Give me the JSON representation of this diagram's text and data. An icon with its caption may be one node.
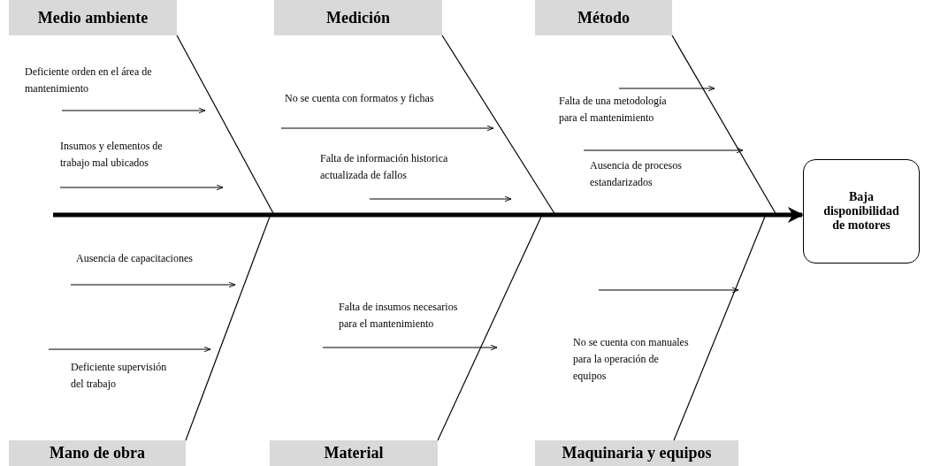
{
  "diagram": {
    "nodes": [
      {
        "text": [
          "Medio ambiente"
        ]
      },
      {
        "text": [
          "Medición"
        ]
      },
      {
        "text": [
          "Método"
        ]
      },
      {
        "text": [
          "Mano de obra"
        ]
      },
      {
        "text": [
          "Material"
        ]
      },
      {
        "text": [
          "Maquinaria y equipos"
        ]
      },
      {
        "text": [
          "Baja disponibilidad de motores"
        ]
      },
      {
        "text": [
          "Deficiente orden en el área de mantenimiento"
        ]
      },
      {
        "text": [
          "Insumos y elementos de trabajo mal ubicados"
        ]
      },
      {
        "text": [
          "No se cuenta con formatos y fichas"
        ]
      },
      {
        "text": [
          "Falta de información historica actualizada de fallos"
        ]
      },
      {
        "text": [
          "Falta de una metodología para el mantenimiento"
        ]
      },
      {
        "text": [
          "Ausencia de procesos estandarizados"
        ]
      },
      {
        "text": [
          "Ausencia de capacitaciones"
        ]
      },
      {
        "text": [
          "Deficiente supervisión del trabajo"
        ]
      },
      {
        "text": [
          "Falta de insumos necesarios para el mantenimiento"
        ]
      },
      {
        "text": [
          "No se cuenta con manuales para la operación de equipos"
        ]
      }
    ],
    "edges": [
      {
        "from": null,
        "to": 6,
        "arrow": "to",
        "style": "thick"
      },
      {
        "from": 0,
        "to": null,
        "arrow": "none"
      },
      {
        "from": 1,
        "to": null,
        "arrow": "none"
      },
      {
        "from": 2,
        "to": null,
        "arrow": "none"
      },
      {
        "from": 3,
        "to": null,
        "arrow": "none"
      },
      {
        "from": 4,
        "to": null,
        "arrow": "none"
      },
      {
        "from": 5,
        "to": null,
        "arrow": "none"
      },
      {
        "from": 7,
        "to": null,
        "arrow": "to"
      },
      {
        "from": 8,
        "to": null,
        "arrow": "to"
      },
      {
        "from": 9,
        "to": null,
        "arrow": "to"
      },
      {
        "from": 10,
        "to": null,
        "arrow": "to"
      },
      {
        "from": 11,
        "to": null,
        "arrow": "to"
      },
      {
        "from": 12,
        "to": null,
        "arrow": "to"
      },
      {
        "from": 13,
        "to": null,
        "arrow": "to"
      },
      {
        "from": 14,
        "to": null,
        "arrow": "to"
      },
      {
        "from": 15,
        "to": null,
        "arrow": "to"
      },
      {
        "from": 16,
        "to": null,
        "arrow": "to"
      }
    ]
  }
}
